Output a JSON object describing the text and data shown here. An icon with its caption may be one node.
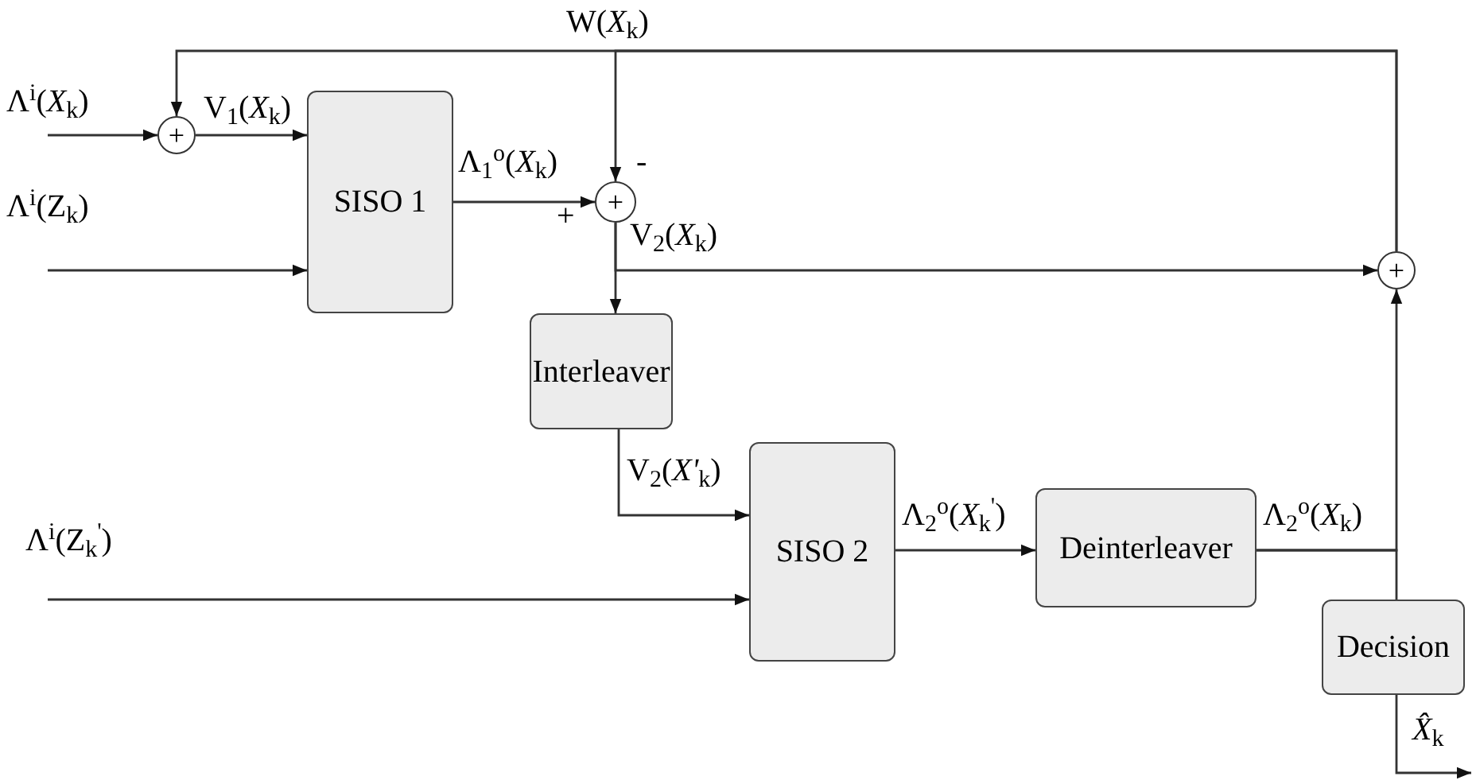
{
  "diagram": {
    "nodes": [
      {
        "text": [
          "SISO 1"
        ]
      },
      {
        "text": [
          "Interleaver"
        ]
      },
      {
        "text": [
          "SISO 2"
        ]
      },
      {
        "text": [
          "Deinterleaver"
        ]
      },
      {
        "text": [
          "Decision"
        ]
      },
      {
        "text": [
          "+"
        ]
      },
      {
        "text": [
          "+"
        ]
      },
      {
        "text": [
          "+"
        ]
      }
    ],
    "edges": [
      {
        "from": null,
        "to": 5,
        "arrow": "to",
        "label": "Λ$^{i}$(*X*$_{k}$)"
      },
      {
        "from": 5,
        "to": 0,
        "arrow": "to",
        "label": "V$_{1}$(*X*$_{k}$)"
      },
      {
        "from": null,
        "to": 0,
        "arrow": "to",
        "label": "Λ$^{i}$(Z$_{k}$)"
      },
      {
        "from": 0,
        "to": 6,
        "arrow": "to",
        "label": "Λ$_{1}$$^{o}$(*X*$_{k}$)"
      },
      {
        "from": 7,
        "to": 5,
        "arrow": "to"
      },
      {
        "from": 7,
        "to": 6,
        "arrow": "to",
        "label": "W(*X*$_{k}$)"
      },
      {
        "from": 6,
        "to": 7,
        "arrow": "to",
        "label": "V$_{2}$(*X*$_{k}$)"
      },
      {
        "from": 6,
        "to": 1,
        "arrow": "to"
      },
      {
        "from": 1,
        "to": 2,
        "arrow": "to",
        "label": "V$_{2}$(*X'*$_{k}$)"
      },
      {
        "from": null,
        "to": 2,
        "arrow": "to",
        "label": "Λ$^{i}$(Z$_{k}$$^{'}$)"
      },
      {
        "from": 2,
        "to": 3,
        "arrow": "to",
        "label": "Λ$_{2}$$^{o}$(*X*$_{k}$$^{'}$)"
      },
      {
        "from": 3,
        "to": 7,
        "arrow": "to",
        "label": "Λ$_{2}$$^{o}$(*X*$_{k}$)"
      },
      {
        "from": 3,
        "to": 4,
        "arrow": "none"
      },
      {
        "from": 4,
        "to": null,
        "arrow": "to",
        "label": "*X̂*$_{k}$"
      }
    ],
    "labels": [
      "-",
      "+"
    ]
  }
}
